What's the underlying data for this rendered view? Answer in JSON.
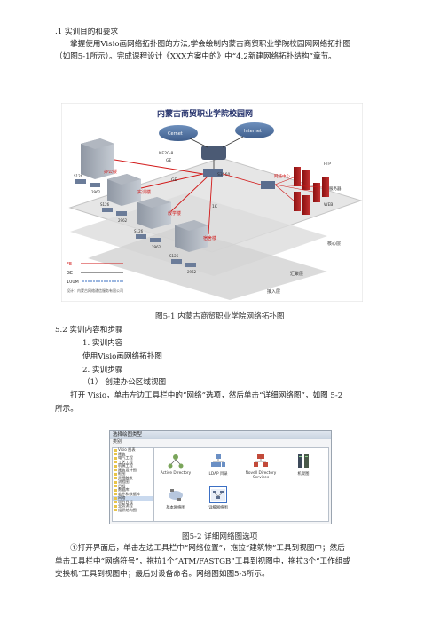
{
  "doc": {
    "section_heading": ".1 实训目的和要求",
    "para_1": [
      "掌握使用Visio画网络拓扑图的方法,学会绘制内蒙古商贸职业学院校园网网络拓扑图",
      "（如图5-1所示）。完成课程设计《XXX方案中的》中“4.2新建网络拓扑结构”章节。"
    ],
    "fig1_caption": "图5-1 内蒙古商贸职业学院网络拓扑图",
    "section_5_2": "5.2 实训内容和步骤",
    "step_1_title": "1. 实训内容",
    "step_1_text": "使用Visio画网络拓扑图",
    "step_2_title": "2. 实训步骤",
    "step_2_sub": "（1） 创建办公区域视图",
    "para_2": [
      "打开 Visio，单击左边工具栏中的“网络”选项，然后单击“详细网络图”，如图 5-2",
      "所示。"
    ],
    "fig2_caption": "图5-2 详细网络图选项",
    "para_3": [
      "①打开界面后，单击左边工具栏中“网络位置”，拖拉“建筑物”工具到视图中；然后",
      "单击工具栏中“网络符号”，拖拉1个“ATM/FASTGB”工具到视图中，拖拉3个“工作组或",
      "交换机”工具到视图中；最后对设备命名。网络图如图5-3所示。"
    ]
  },
  "fig1": {
    "title": "内蒙古商贸职业学院校园网",
    "cloud_left": "Cernet",
    "cloud_right": "Internet",
    "router_label": "NE20-8",
    "core_switch": "S3560",
    "link_labels": [
      "GE",
      "GE",
      "1K"
    ],
    "buildings": [
      "办公楼",
      "实训楼",
      "教学楼",
      "宿舍楼"
    ],
    "server_area": "网络中心",
    "server_labels": [
      "FTP",
      "WEB",
      "服务器"
    ],
    "switch_labels": [
      "S126",
      "S126",
      "S126",
      "S126",
      "2962",
      "2962",
      "2962",
      "2962"
    ],
    "layers": [
      "核心层",
      "汇聚层",
      "接入层"
    ],
    "legend": [
      "FE",
      "GE",
      "100M"
    ],
    "designer": "设计：内蒙古网络通信服务有限公司"
  },
  "fig2": {
    "title": "选择绘图类型",
    "subtitle": "类别",
    "categories": [
      "Visio 图表",
      "建筑",
      "电气工程",
      "工艺工程",
      "机械工程",
      "建筑设计图",
      "框图",
      "灵感触发",
      "流程图",
      "日程",
      "数据库",
      "软件和数据库",
      "网络",
      "项目日程",
      "业务流程",
      "组织结构图"
    ],
    "selected_category": "网络",
    "templates": [
      "Active Directory",
      "LDAP 目录",
      "Novell Directory Services",
      "机架图",
      "基本网络图",
      "详细网络图"
    ],
    "selected_template": "详细网络图"
  },
  "colors": {
    "accent_red": "#d21a1a",
    "title_blue": "#23306b",
    "platform_gray": "#d6d6d6"
  }
}
